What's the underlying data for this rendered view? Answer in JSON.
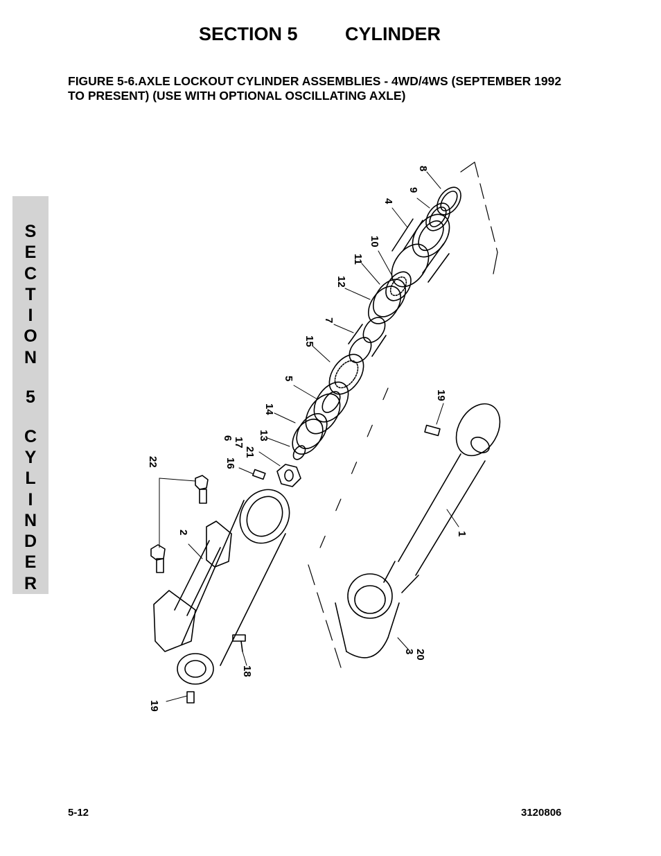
{
  "header": {
    "section": "SECTION 5",
    "title": "CYLINDER"
  },
  "figure": {
    "title": "FIGURE 5-6.AXLE LOCKOUT CYLINDER ASSEMBLIES - 4WD/4WS (SEPTEMBER 1992 TO PRESENT) (USE WITH OPTIONAL OSCILLATING AXLE)"
  },
  "side_tab": {
    "letters": [
      "S",
      "E",
      "C",
      "T",
      "I",
      "O",
      "N",
      "",
      "5",
      "",
      "C",
      "Y",
      "L",
      "I",
      "N",
      "D",
      "E",
      "R"
    ]
  },
  "callouts": [
    "8",
    "9",
    "4",
    "10",
    "11",
    "12",
    "7",
    "15",
    "5",
    "14",
    "13",
    "6",
    "17",
    "21",
    "16",
    "22",
    "2",
    "19",
    "1",
    "18",
    "19",
    "3",
    "20"
  ],
  "footer": {
    "page": "5-12",
    "doc": "3120806"
  }
}
